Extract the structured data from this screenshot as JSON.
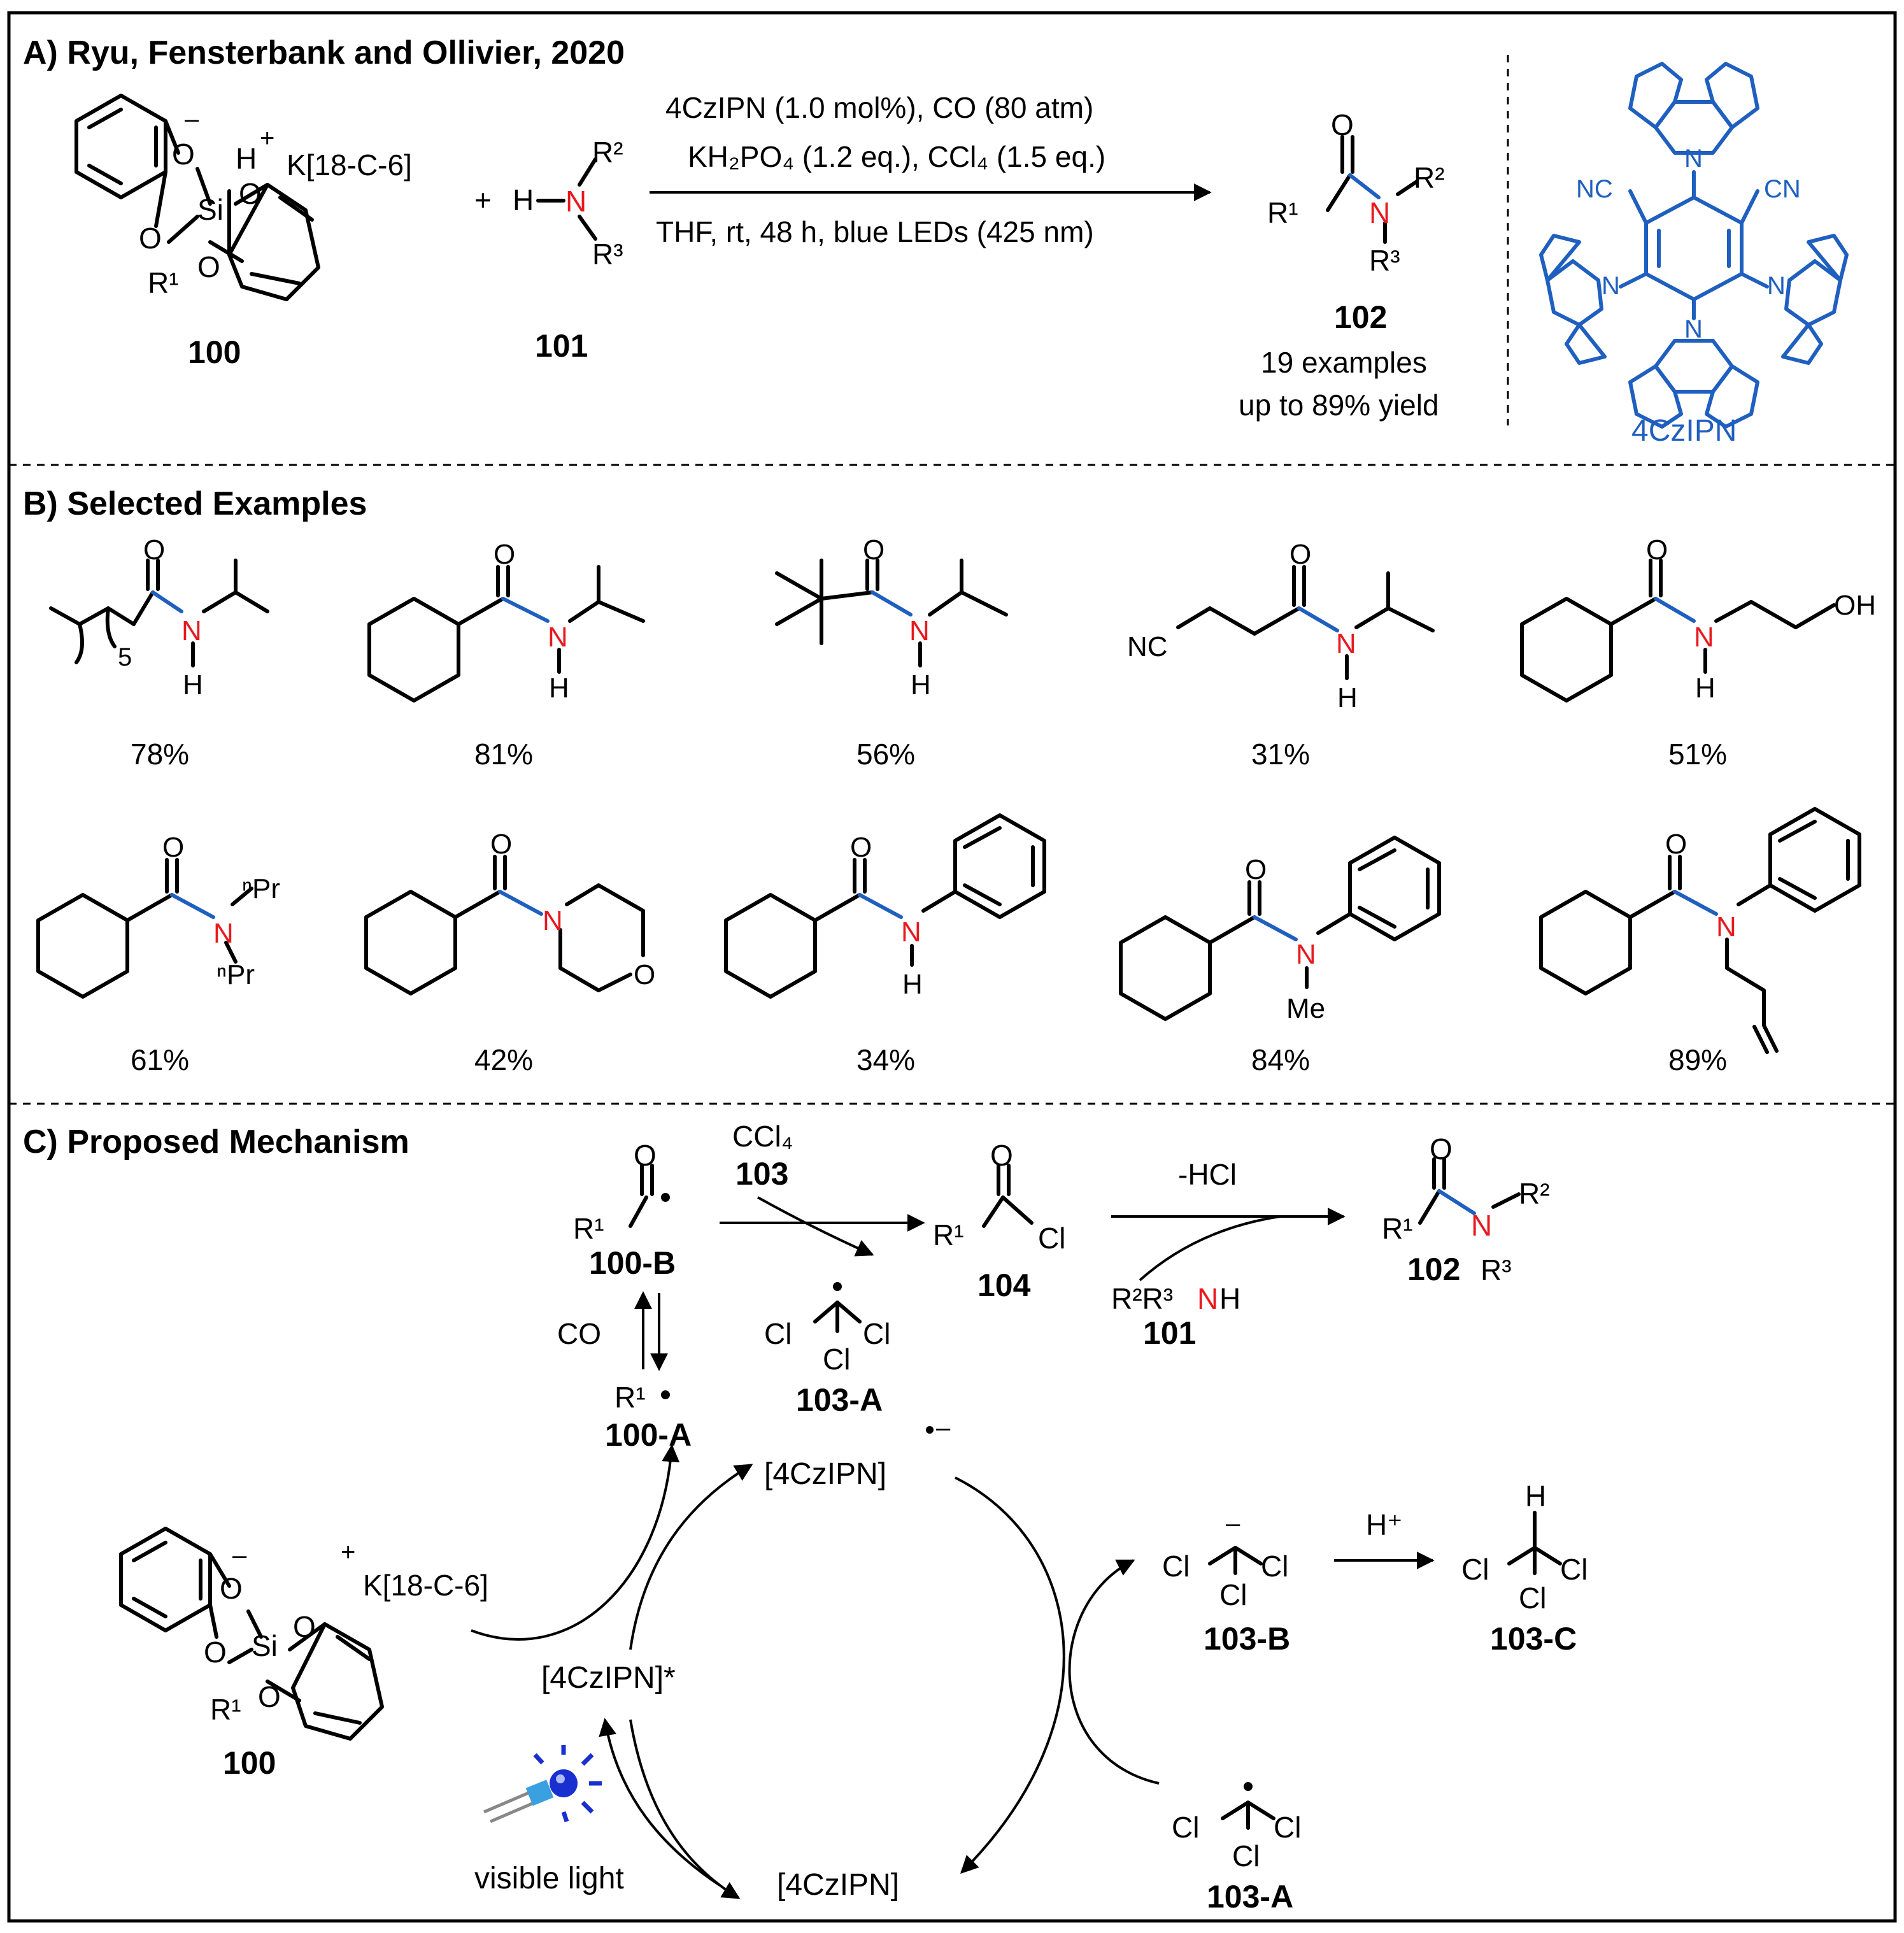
{
  "panel_a": {
    "title": "A) Ryu, Fensterbank and Ollivier, 2020",
    "conditions": [
      "4CzIPN (1.0 mol%), CO (80 atm)",
      "KH₂PO₄ (1.2 eq.), CCl₄ (1.5 eq.)",
      "THF, rt, 48 h, blue LEDs (425 nm)"
    ],
    "reagent_100_label": "100",
    "reagent_101_label": "101",
    "product_label": "102",
    "product_note_1": "19 examples",
    "product_note_2": "up to 89% yield",
    "catalyst_name": "4CzIPN",
    "counterion": "K[18-C-6]",
    "plus": "+"
  },
  "panel_b": {
    "title": "B) Selected Examples",
    "yields_row1": [
      "78%",
      "81%",
      "56%",
      "31%",
      "51%"
    ],
    "yields_row2": [
      "61%",
      "42%",
      "34%",
      "84%",
      "89%"
    ]
  },
  "panel_c": {
    "title": "C) Proposed Mechanism",
    "labels": {
      "l100B": "100-B",
      "l100A": "100-A",
      "l103A_top": "103-A",
      "l104": "104",
      "l101": "101",
      "l102": "102",
      "l103B": "103-B",
      "l103C": "103-C",
      "l103A_bot": "103-A",
      "l100": "100"
    },
    "reagents": {
      "ccl4": "CCl₄",
      "r103": "103",
      "hcl": "-HCl",
      "co": "CO",
      "hplus": "H⁺",
      "counterion": "K[18-C-6]"
    },
    "cycle": {
      "radical_anion": "[4CzIPN]",
      "excited": "[4CzIPN]*",
      "ground": "[4CzIPN]",
      "light": "visible light"
    }
  }
}
